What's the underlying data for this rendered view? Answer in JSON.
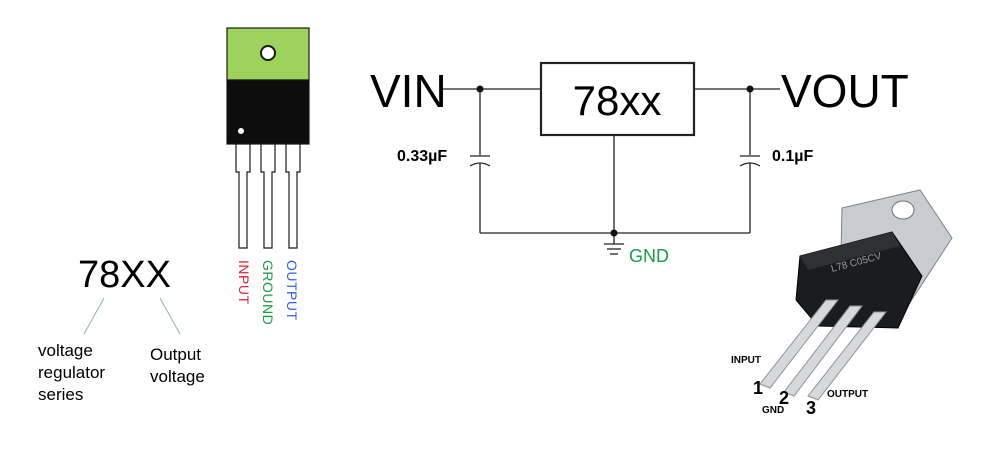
{
  "pinout": {
    "part_label": "78XX",
    "series_desc": "voltage regulator series",
    "output_desc": "Output voltage",
    "pins": [
      {
        "label": "INPUT",
        "color": "#d4213d"
      },
      {
        "label": "GROUND",
        "color": "#1a9c44"
      },
      {
        "label": "OUTPUT",
        "color": "#2f5fd8"
      }
    ]
  },
  "schematic": {
    "vin_label": "VIN",
    "vout_label": "VOUT",
    "chip_label": "78xx",
    "cap_in": "0.33µF",
    "cap_out": "0.1µF",
    "gnd_label": "GND",
    "gnd_color": "#1a9c44"
  },
  "photo": {
    "marking": "L78 C05CV",
    "pin_labels": {
      "input": "INPUT",
      "gnd": "GND",
      "output": "OUTPUT"
    },
    "pin_numbers": [
      "1",
      "2",
      "3"
    ]
  }
}
